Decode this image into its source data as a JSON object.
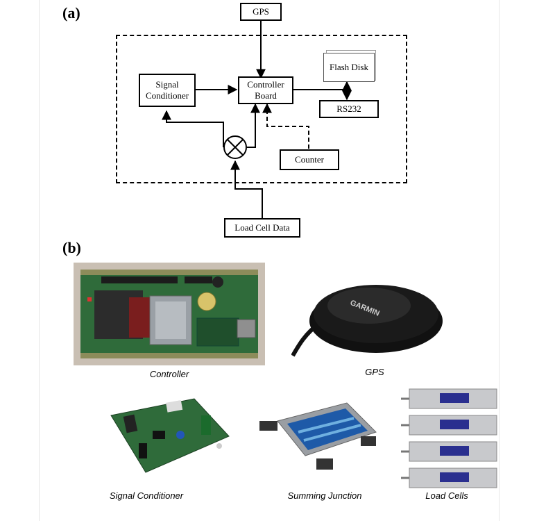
{
  "panel_a": {
    "label": "(a)",
    "blocks": {
      "gps": "GPS",
      "signal_conditioner_line1": "Signal",
      "signal_conditioner_line2": "Conditioner",
      "controller_line1": "Controller",
      "controller_line2": "Board",
      "flash_disk": "Flash Disk",
      "rs232": "RS232",
      "counter": "Counter",
      "load_cell_data": "Load Cell Data"
    }
  },
  "panel_b": {
    "label": "(b)",
    "captions": {
      "controller": "Controller",
      "gps": "GPS",
      "signal_conditioner": "Signal Conditioner",
      "summing_junction": "Summing Junction",
      "load_cells": "Load Cells"
    },
    "device_markings": {
      "gps_brand": "GARMIN"
    }
  },
  "colors": {
    "pcb_green": "#2f6b3a",
    "gps_black": "#1a1a1a",
    "enclosure_gray": "#9a9ea3",
    "load_cell_label": "#2a2f8f"
  }
}
